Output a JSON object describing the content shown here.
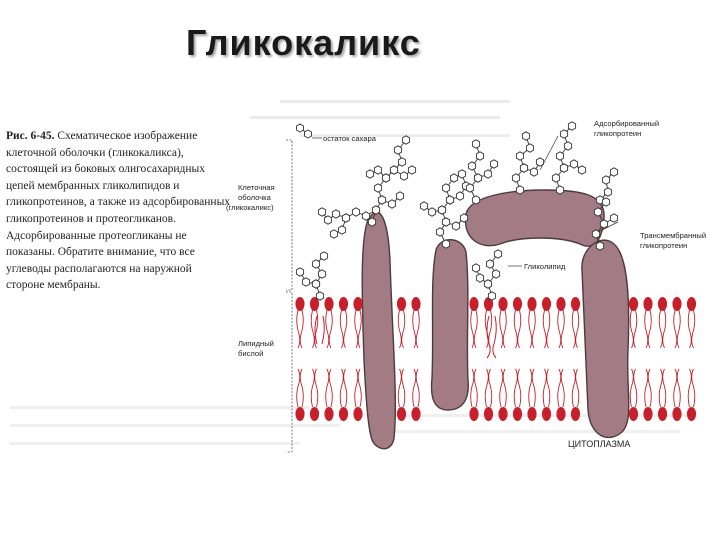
{
  "slide": {
    "title": "Гликокаликс"
  },
  "caption": {
    "figure_ref": "Рис. 6-45.",
    "text": "Схематическое изображение клеточной оболочки (гликокаликса), состоящей из боковых олигосахаридных цепей мембранных гликолипидов и гликопротеинов, а также из адсорбированных гликопротеинов и протеогликанов. Адсорбированные протеогликаны не показаны. Обратите внимание, что все углеводы располагаются на наружной стороне мембраны."
  },
  "diagram": {
    "labels": {
      "sugar_residue": "остаток сахара",
      "cell_coat_line1": "Клеточная",
      "cell_coat_line2": "оболочка",
      "cell_coat_line3": "(гликокаликс)",
      "lipid_bilayer_line1": "Липидный",
      "lipid_bilayer_line2": "бислой",
      "adsorbed_gp_line1": "Адсорбированный",
      "adsorbed_gp_line2": "гликопротеин",
      "transmembrane_gp_line1": "Трансмембранный",
      "transmembrane_gp_line2": "гликопротеин",
      "glycolipid": "Гликолипид",
      "cytoplasm": "ЦИТОПЛАЗМА"
    },
    "colors": {
      "protein_fill": "#a27b84",
      "protein_stroke": "#4e3a3e",
      "lipid_head": "#c8202a",
      "lipid_tail": "#c8202a",
      "sugar_stroke": "#333333"
    }
  }
}
